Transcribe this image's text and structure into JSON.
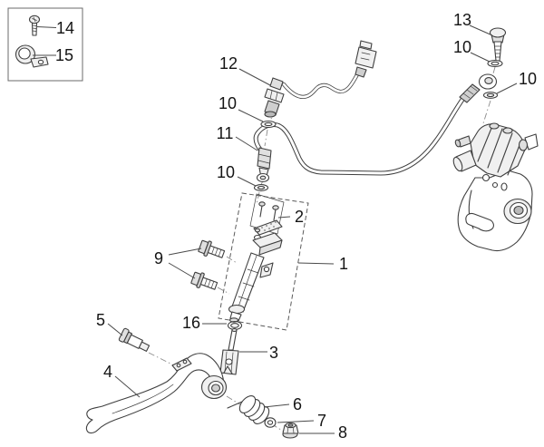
{
  "diagram": {
    "colors": {
      "background": "#ffffff",
      "line": "#3f3f3f",
      "label": "#141414"
    },
    "callouts": [
      {
        "label": "14",
        "target": "clamp-screw"
      },
      {
        "label": "15",
        "target": "hose-clamp"
      },
      {
        "label": "12",
        "target": "brake-light-switch"
      },
      {
        "label": "10",
        "target": "sealing-washer"
      },
      {
        "label": "11",
        "target": "brake-hose"
      },
      {
        "label": "10",
        "target": "sealing-washer"
      },
      {
        "label": "2",
        "target": "reservoir-cap-kit"
      },
      {
        "label": "1",
        "target": "master-cylinder-assembly"
      },
      {
        "label": "13",
        "target": "banjo-bolt"
      },
      {
        "label": "10",
        "target": "sealing-washer"
      },
      {
        "label": "10",
        "target": "sealing-washer"
      },
      {
        "label": "9",
        "target": "mounting-bolts"
      },
      {
        "label": "5",
        "target": "clevis-pin"
      },
      {
        "label": "16",
        "target": "o-ring"
      },
      {
        "label": "3",
        "target": "push-rod"
      },
      {
        "label": "4",
        "target": "brake-pedal"
      },
      {
        "label": "6",
        "target": "return-spring"
      },
      {
        "label": "7",
        "target": "washer"
      },
      {
        "label": "8",
        "target": "nut"
      }
    ]
  }
}
